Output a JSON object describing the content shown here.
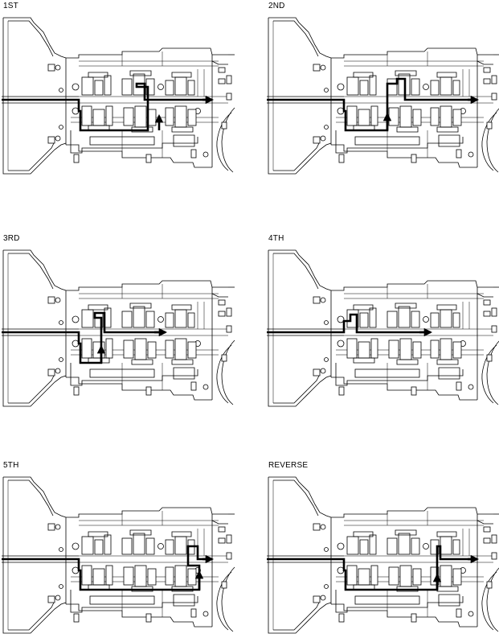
{
  "panels": [
    {
      "id": "first",
      "label": "1ST"
    },
    {
      "id": "second",
      "label": "2ND"
    },
    {
      "id": "third",
      "label": "3RD"
    },
    {
      "id": "fourth",
      "label": "4TH"
    },
    {
      "id": "fifth",
      "label": "5TH"
    },
    {
      "id": "reverse",
      "label": "REVERSE"
    }
  ]
}
